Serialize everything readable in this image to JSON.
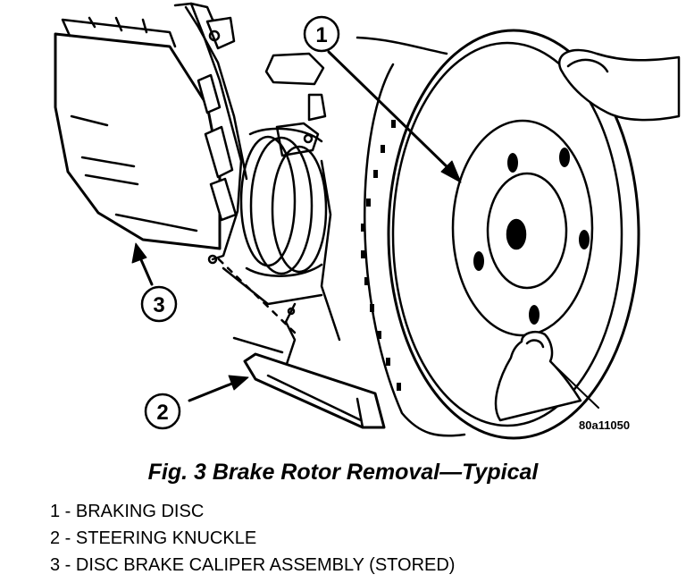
{
  "figure": {
    "reference_code": "80a11050",
    "callouts": [
      "1",
      "2",
      "3"
    ]
  },
  "caption": "Fig. 3 Brake Rotor Removal—Typical",
  "legend": [
    "1 - BRAKING DISC",
    "2 - STEERING KNUCKLE",
    "3 - DISC BRAKE CALIPER ASSEMBLY (STORED)"
  ],
  "colors": {
    "ink": "#000000",
    "paper": "#ffffff"
  }
}
